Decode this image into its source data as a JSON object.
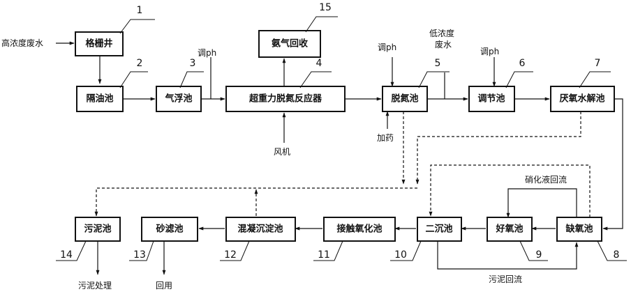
{
  "units": {
    "u1": {
      "name": "格栅井",
      "num": "1"
    },
    "u2": {
      "name": "隔油池",
      "num": "2"
    },
    "u3": {
      "name": "气浮池",
      "num": "3"
    },
    "u4": {
      "name": "超重力脱氮反应器",
      "num": "4"
    },
    "u5": {
      "name": "脱氮池",
      "num": "5"
    },
    "u6": {
      "name": "调节池",
      "num": "6"
    },
    "u7": {
      "name": "厌氧水解池",
      "num": "7"
    },
    "u8": {
      "name": "缺氧池",
      "num": "8"
    },
    "u9": {
      "name": "好氧池",
      "num": "9"
    },
    "u10": {
      "name": "二沉池",
      "num": "10"
    },
    "u11": {
      "name": "接触氧化池",
      "num": "11"
    },
    "u12": {
      "name": "混凝沉淀池",
      "num": "12"
    },
    "u13": {
      "name": "砂滤池",
      "num": "13"
    },
    "u14": {
      "name": "污泥池",
      "num": "14"
    },
    "u15": {
      "name": "氨气回收",
      "num": "15"
    }
  },
  "labels": {
    "high_conc": "高浓度废水",
    "low_conc_1": "低浓度",
    "low_conc_2": "废水",
    "adjust_ph": "调ph",
    "fan": "风机",
    "add_agent": "加药",
    "nitrate_return": "硝化液回流",
    "sludge_return": "污泥回流",
    "sludge_treat": "污泥处理",
    "reuse": "回用"
  }
}
